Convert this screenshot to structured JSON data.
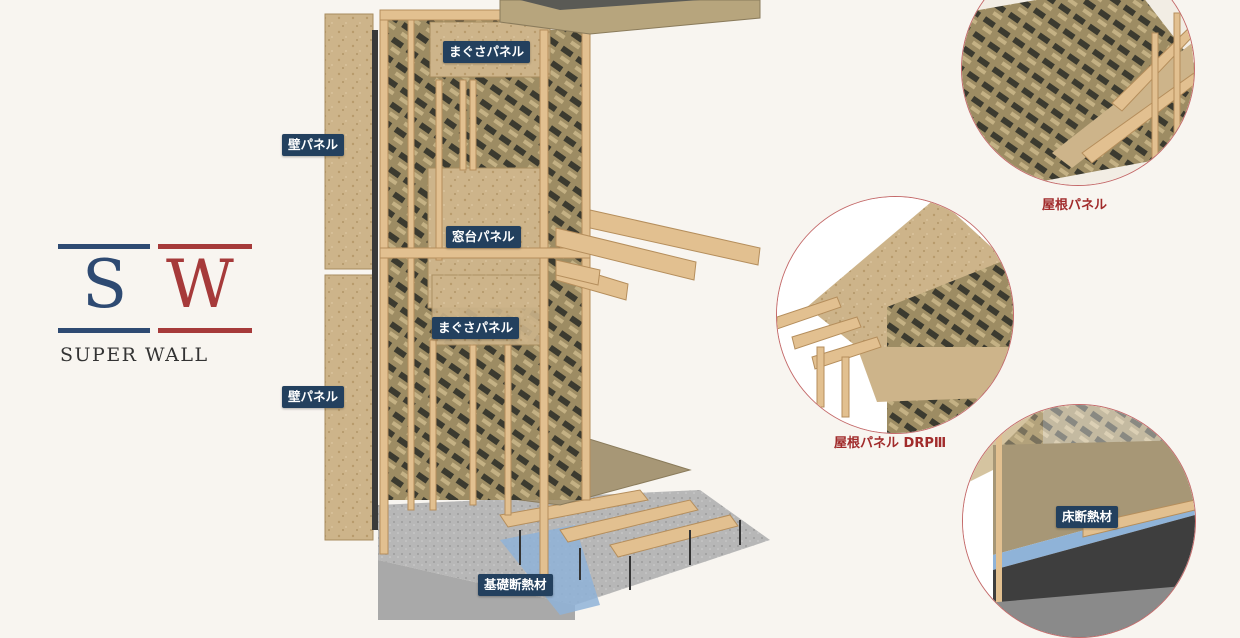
{
  "logo": {
    "letter_s": "S",
    "letter_w": "W",
    "subtitle": "SUPER WALL"
  },
  "labels": {
    "wall_panel_upper": "壁パネル",
    "wall_panel_lower": "壁パネル",
    "magusa_panel_upper": "まぐさパネル",
    "madodai_panel": "窓台パネル",
    "magusa_panel_lower": "まぐさパネル",
    "foundation_insulation": "基礎断熱材",
    "floor_insulation": "床断熱材"
  },
  "captions": {
    "roof_panel": "屋根パネル",
    "roof_panel_drp": "屋根パネル DRPⅢ"
  },
  "colors": {
    "label_bg": "#23405e",
    "caption_text": "#a12b2b",
    "osb": "#cdb48a",
    "timber": "#e2c090",
    "foundation": "#b9b9b9",
    "insulation": "#8fb3d8",
    "logo_blue": "#2e4a72",
    "logo_red": "#a63a3a"
  }
}
